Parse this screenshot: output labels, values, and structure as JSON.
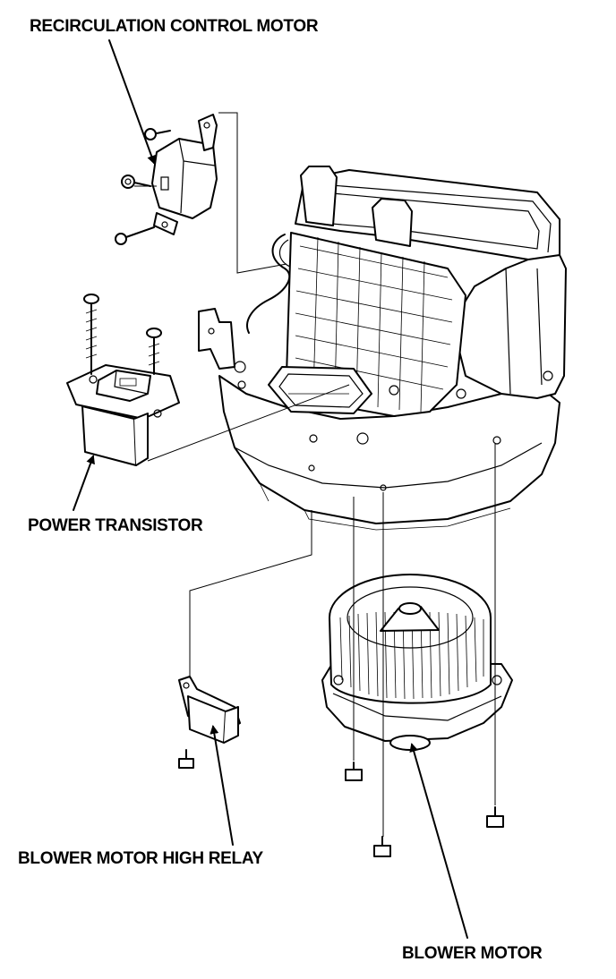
{
  "labels": {
    "recirculation_motor": "RECIRCULATION CONTROL MOTOR",
    "power_transistor": "POWER TRANSISTOR",
    "blower_high_relay": "BLOWER MOTOR HIGH RELAY",
    "blower_motor": "BLOWER MOTOR"
  }
}
